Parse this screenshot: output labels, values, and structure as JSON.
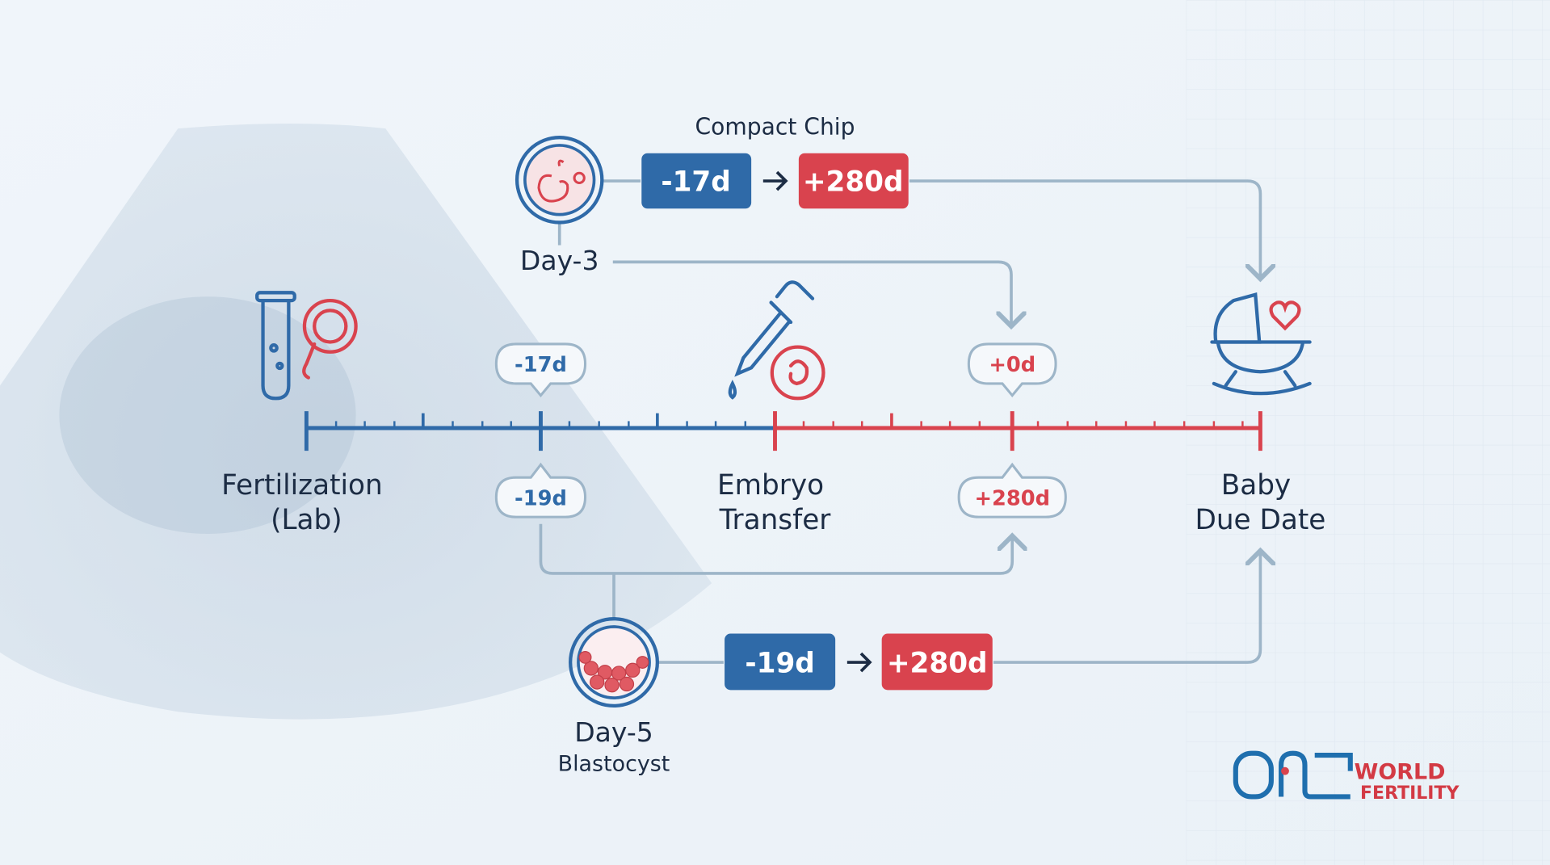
{
  "colors": {
    "blue": "#2f6aa8",
    "red": "#d9434e",
    "connector": "#9db5c8",
    "text": "#1c2c44",
    "background": "#eef4f9"
  },
  "timeline": {
    "milestones": [
      {
        "line1": "Fertilization",
        "line2": "(Lab)",
        "icon": "test-tube-sperm-egg-icon"
      },
      {
        "line1": "Embryo",
        "line2": "Transfer",
        "icon": "pipette-embryo-icon"
      },
      {
        "line1": "Baby",
        "line2": "Due Date",
        "icon": "baby-cradle-heart-icon"
      }
    ],
    "bubbles_above": [
      "-17d",
      "+0d"
    ],
    "bubbles_below": [
      "-19d",
      "+280d"
    ]
  },
  "day3": {
    "title": "Compact Chip",
    "label": "Day-3",
    "offset": "-17d",
    "due": "+280d",
    "icon": "day3-embryo-icon"
  },
  "day5": {
    "label": "Day-5",
    "sublabel": "Blastocyst",
    "offset": "-19d",
    "due": "+280d",
    "icon": "blastocyst-icon"
  },
  "logo": {
    "mark": "ONE",
    "line1": "WORLD",
    "line2": "FERTILITY"
  }
}
